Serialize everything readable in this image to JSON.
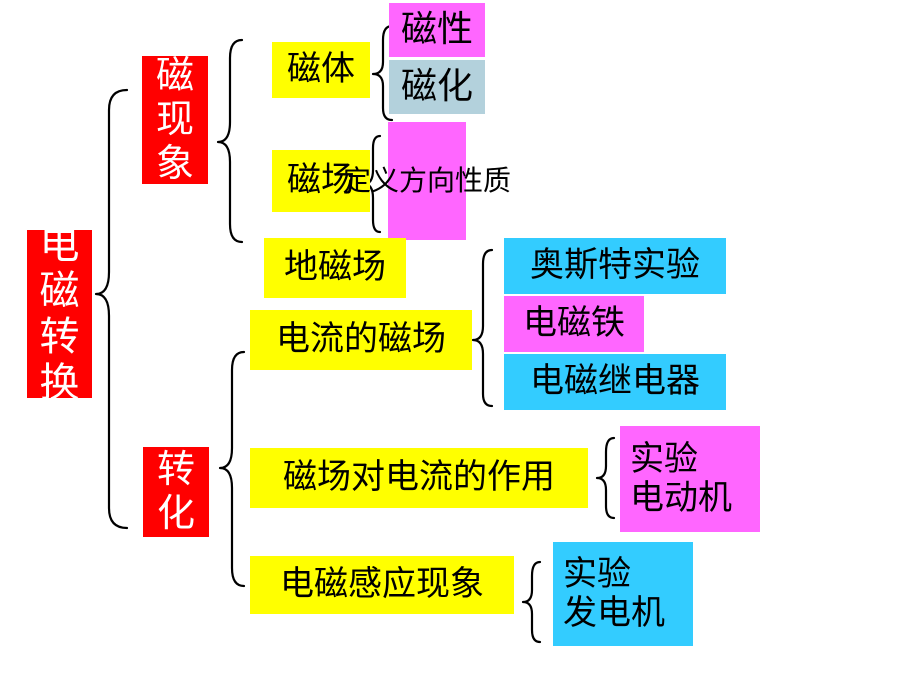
{
  "root": {
    "chars": [
      "电",
      "磁",
      "转",
      "换"
    ]
  },
  "branch_phenomena": {
    "chars": [
      "磁",
      "现",
      "象"
    ],
    "magnet": {
      "label": "磁体",
      "children": [
        "磁性",
        "磁化"
      ]
    },
    "field": {
      "label": "磁场",
      "children": [
        "定义",
        "方向",
        "性质"
      ]
    },
    "earth_field": {
      "label": "地磁场"
    }
  },
  "branch_conversion": {
    "chars": [
      "转",
      "化"
    ],
    "current_field": {
      "label": "电流的磁场",
      "children": [
        "奥斯特实验",
        "电磁铁",
        "电磁继电器"
      ]
    },
    "force": {
      "label": "磁场对电流的作用",
      "children": [
        "实验",
        "电动机"
      ]
    },
    "induction": {
      "label": "电磁感应现象",
      "children": [
        "实验",
        "发电机"
      ]
    }
  }
}
